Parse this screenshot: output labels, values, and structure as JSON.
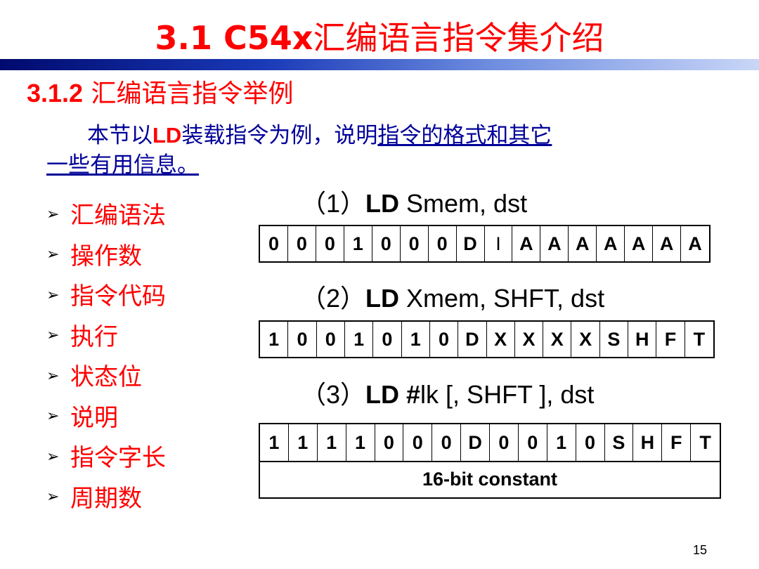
{
  "title": {
    "prefix": "3.1  C54x",
    "rest": "汇编语言指令集介绍"
  },
  "subtitle": {
    "number": "3.1.2",
    "text": " 汇编语言指令举例"
  },
  "intro": {
    "part1": "本节以",
    "ld": "LD",
    "part2": "装载指令为例，说明",
    "link1": "指令的格式和其它",
    "link2": "一些有用信息。"
  },
  "bullets": [
    "汇编语法",
    "操作数",
    "指令代码",
    "执行",
    "状态位",
    "说明",
    "指令字长",
    "周期数"
  ],
  "bullet_marker": "➢",
  "formats": [
    {
      "label": "（1）",
      "mnemonic": "LD",
      "operands": " Smem, dst",
      "bits": [
        "0",
        "0",
        "0",
        "1",
        "0",
        "0",
        "0",
        "D",
        "I",
        "A",
        "A",
        "A",
        "A",
        "A",
        "A",
        "A"
      ]
    },
    {
      "label": "（2）",
      "mnemonic": "LD",
      "operands": " Xmem, SHFT, dst",
      "bits": [
        "1",
        "0",
        "0",
        "1",
        "0",
        "1",
        "0",
        "D",
        "X",
        "X",
        "X",
        "X",
        "S",
        "H",
        "F",
        "T"
      ]
    },
    {
      "label": "（3）",
      "mnemonic": "LD #",
      "operands": "lk [, SHFT ], dst",
      "bits": [
        "1",
        "1",
        "1",
        "1",
        "0",
        "0",
        "0",
        "D",
        "0",
        "0",
        "1",
        "0",
        "S",
        "H",
        "F",
        "T"
      ],
      "second_word": "16-bit constant"
    }
  ],
  "page_number": "15"
}
